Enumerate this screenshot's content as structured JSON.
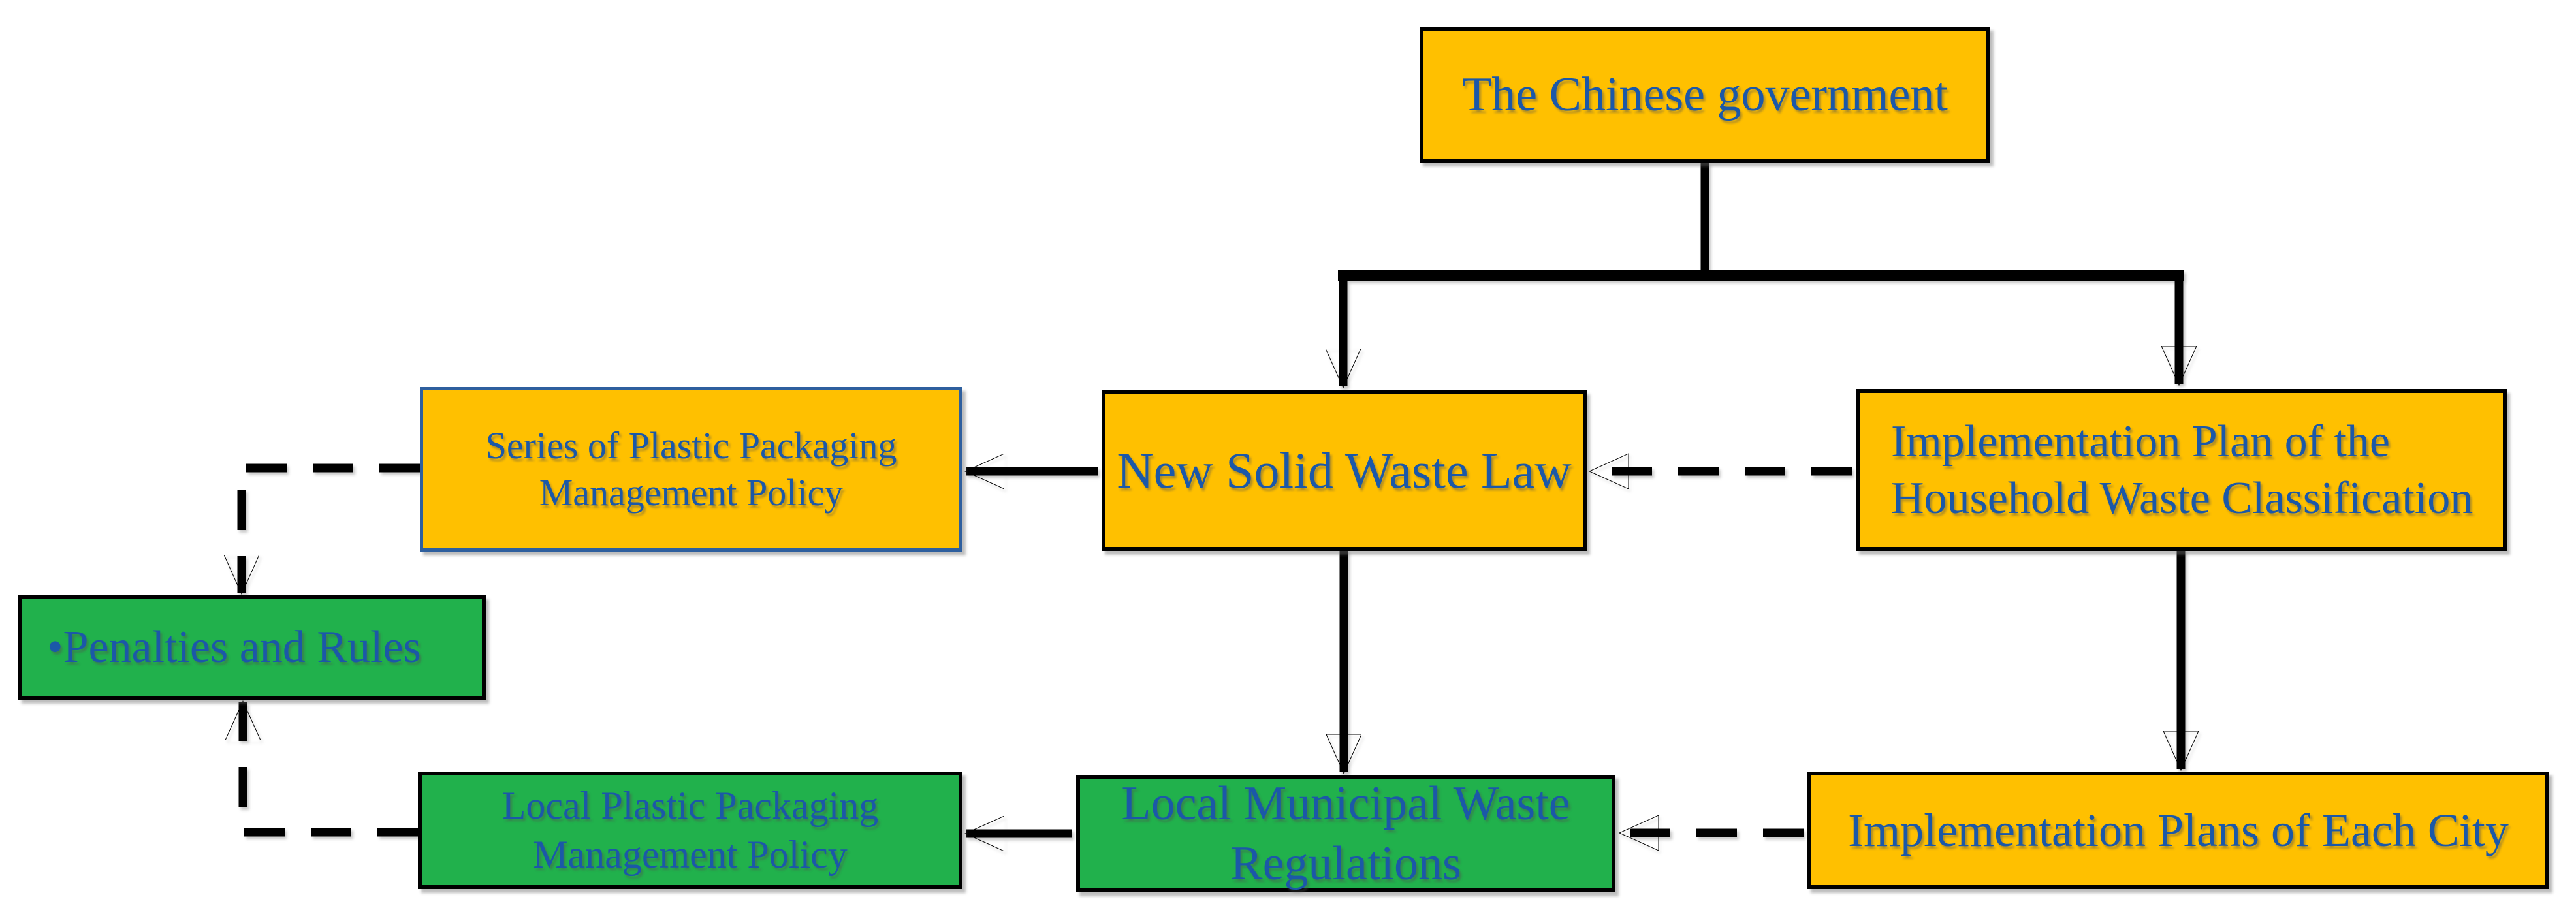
{
  "diagram": {
    "type": "flowchart",
    "description": "Hierarchy of Chinese government waste management policies",
    "colors": {
      "box_yellow": "#FFC000",
      "box_green": "#21B14C",
      "text_blue": "#1B58A8",
      "border_black": "#000000",
      "border_blue": "#2E5F9E",
      "connector_black": "#000000",
      "background": "#FFFFFF"
    },
    "nodes": {
      "gov": {
        "label": "The Chinese government",
        "fill": "#FFC000",
        "border": "#000000"
      },
      "series": {
        "label": "Series of Plastic Packaging\nManagement Policy",
        "fill": "#FFC000",
        "border": "#2E5F9E"
      },
      "nswl": {
        "label": "New Solid Waste Law",
        "fill": "#FFC000",
        "border": "#000000"
      },
      "implPlan": {
        "label": "Implementation Plan of the\nHousehold Waste Classification",
        "fill": "#FFC000",
        "border": "#000000"
      },
      "penalties": {
        "label": "•Penalties and Rules",
        "fill": "#21B14C",
        "border": "#000000"
      },
      "localPlastic": {
        "label": "Local Plastic Packaging\nManagement Policy",
        "fill": "#21B14C",
        "border": "#000000"
      },
      "localMuni": {
        "label": "Local Municipal Waste\nRegulations",
        "fill": "#21B14C",
        "border": "#000000"
      },
      "implCity": {
        "label": "Implementation Plans of Each City",
        "fill": "#FFC000",
        "border": "#000000"
      }
    },
    "edges": [
      {
        "from": "gov",
        "to": "nswl",
        "style": "solid"
      },
      {
        "from": "gov",
        "to": "implPlan",
        "style": "solid"
      },
      {
        "from": "implPlan",
        "to": "nswl",
        "style": "dashed"
      },
      {
        "from": "nswl",
        "to": "series",
        "style": "solid"
      },
      {
        "from": "series",
        "to": "penalties",
        "style": "dashed"
      },
      {
        "from": "localPlastic",
        "to": "penalties",
        "style": "dashed"
      },
      {
        "from": "nswl",
        "to": "localMuni",
        "style": "solid"
      },
      {
        "from": "localMuni",
        "to": "localPlastic",
        "style": "solid"
      },
      {
        "from": "implCity",
        "to": "localMuni",
        "style": "dashed"
      },
      {
        "from": "implPlan",
        "to": "implCity",
        "style": "solid"
      }
    ]
  }
}
